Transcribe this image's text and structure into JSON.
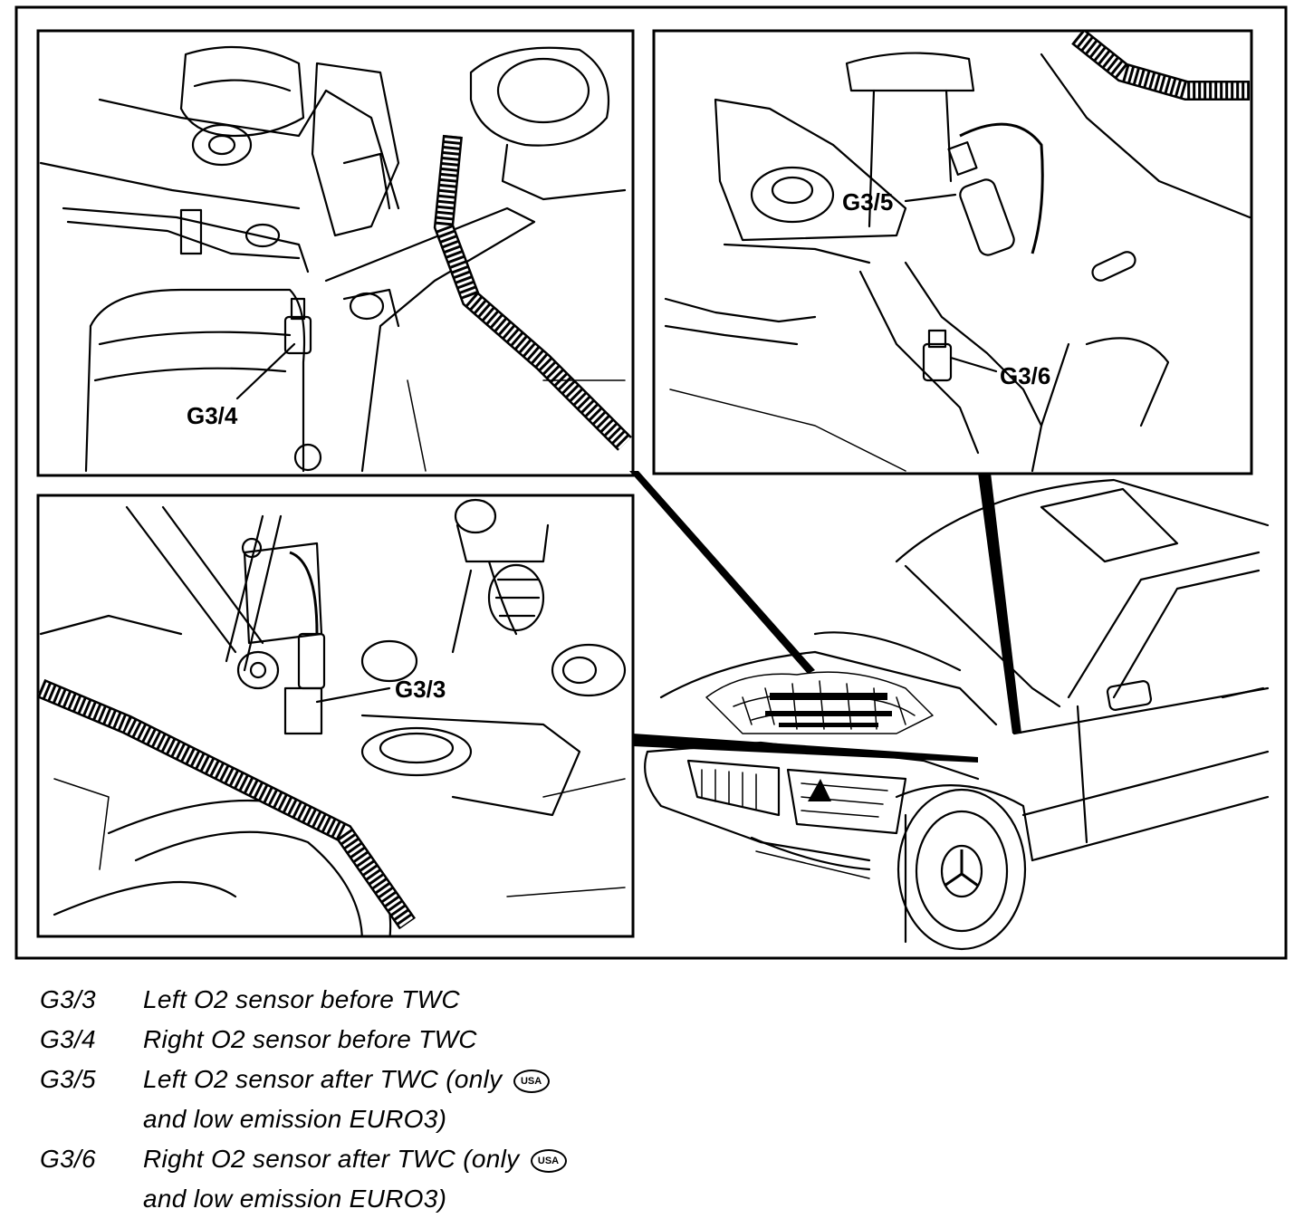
{
  "figure": {
    "callouts": {
      "g3_3": "G3/3",
      "g3_4": "G3/4",
      "g3_5": "G3/5",
      "g3_6": "G3/6"
    }
  },
  "legend": {
    "items": [
      {
        "code": "G3/3",
        "text": "Left O2 sensor before TWC",
        "continuation": "",
        "badge": ""
      },
      {
        "code": "G3/4",
        "text": "Right O2 sensor before TWC",
        "continuation": "",
        "badge": ""
      },
      {
        "code": "G3/5",
        "text": "Left O2 sensor after TWC (only",
        "badge": "USA",
        "continuation": "and low emission EURO3)"
      },
      {
        "code": "G3/6",
        "text": "Right O2 sensor after TWC (only",
        "badge": "USA",
        "continuation": "and low emission EURO3)"
      }
    ]
  }
}
